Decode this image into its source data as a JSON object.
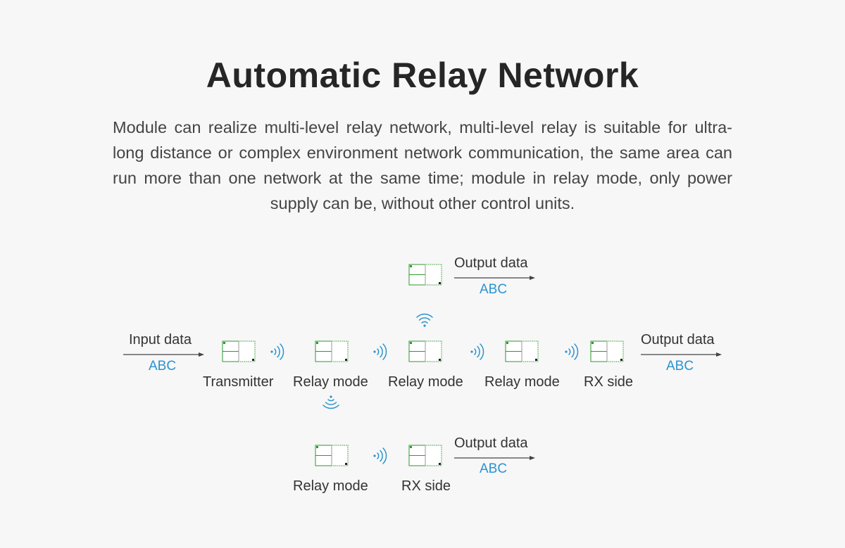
{
  "title": "Automatic Relay Network",
  "description": "Module can realize multi-level relay network, multi-level relay is suitable for ultra-long distance or complex environment network communication, the same area can run more than one network at the same time; module in relay mode, only power supply can be, without other control units.",
  "colors": {
    "module_green": "#2e9a2e",
    "abc_blue": "#2a93d0",
    "wave_blue": "#2a93d0",
    "arrow": "#444444"
  },
  "icons": {
    "module": "rf-module-icon",
    "signal": "wireless-signal-icon"
  },
  "main_row": {
    "input_label": "Input data",
    "input_value": "ABC",
    "nodes": [
      "Transmitter",
      "Relay mode",
      "Relay mode",
      "Relay mode",
      "RX side"
    ],
    "output_label": "Output data",
    "output_value": "ABC"
  },
  "top_branch": {
    "output_label": "Output data",
    "output_value": "ABC"
  },
  "bottom_branch": {
    "nodes": [
      "Relay mode",
      "RX side"
    ],
    "output_label": "Output data",
    "output_value": "ABC"
  }
}
